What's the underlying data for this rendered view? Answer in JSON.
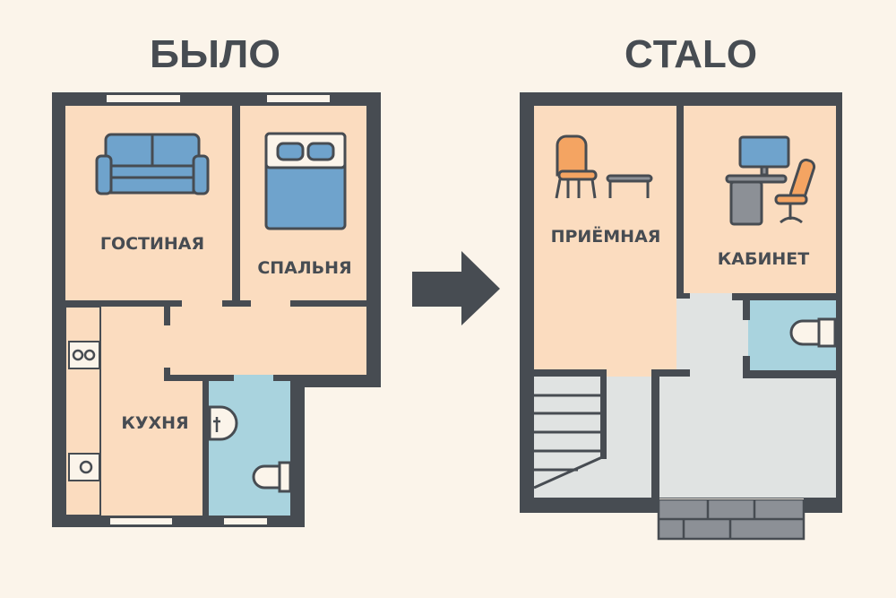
{
  "before": {
    "title": "БЫЛО",
    "rooms": {
      "living": "ГОСТИНАЯ",
      "bedroom": "СПАЛЬНЯ",
      "kitchen": "КУХНЯ"
    }
  },
  "after": {
    "title": "CTALO",
    "rooms": {
      "reception": "ПРИЁМНАЯ",
      "office": "КАБИНЕТ"
    }
  },
  "colors": {
    "background": "#fbf4ea",
    "wall": "#474c52",
    "room_floor": "#fbdcbf",
    "bathroom_floor": "#a9d3de",
    "hall_floor": "#e0e3e2",
    "furniture_blue": "#6fa3cc",
    "furniture_orange": "#f4a462"
  }
}
